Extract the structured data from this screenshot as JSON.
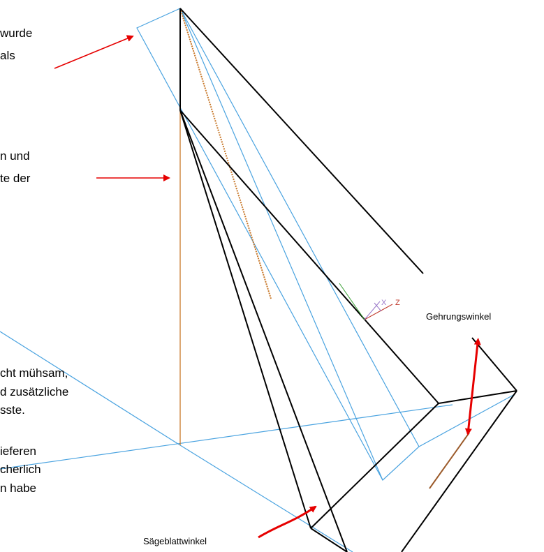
{
  "text_fragments": {
    "frag_1": [
      "wurde",
      "als"
    ],
    "frag_2": [
      "n und",
      "te der"
    ],
    "frag_3": [
      "cht  mühsam,",
      "d zusätzliche",
      "sste."
    ],
    "frag_4": [
      "ieferen",
      "cherlich",
      "n habe"
    ]
  },
  "labels": {
    "miter_angle": "Gehrungswinkel",
    "blade_angle": "Sägeblattwinkel"
  },
  "axis_labels": {
    "z": "Z",
    "x": "X"
  },
  "colors": {
    "edge_black": "#000000",
    "plane_blue": "#4aa3e0",
    "vertical_orange": "#c8782a",
    "arrow_red": "#e60000",
    "axis_green": "#3aa035",
    "axis_purple": "#9a78c8"
  }
}
